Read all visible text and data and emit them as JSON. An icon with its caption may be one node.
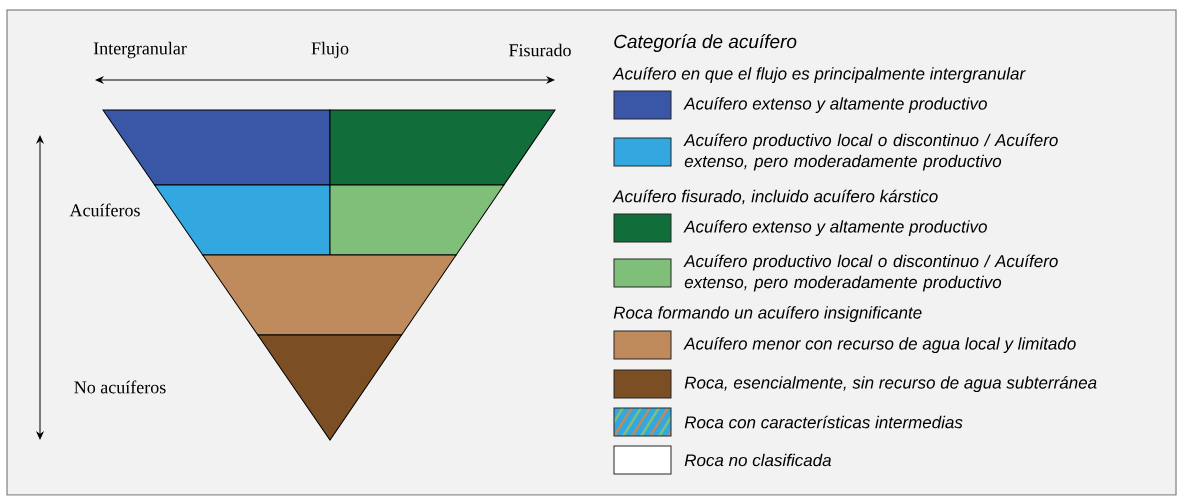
{
  "diagram": {
    "labels": [
      "Intergranular",
      "Flujo",
      "Fisurado",
      "Acuíferos",
      "No acuíferos",
      "Categoría de acuífero",
      "Acuífero en que el flujo es principalmente intergranular",
      "Acuífero fisurado, incluido acuífero kárstico",
      "Roca formando un acuífero insignificante"
    ],
    "legend": [
      {
        "text": "Acuífero extenso y altamente productivo",
        "color": "#3a57a7"
      },
      {
        "text": "Acuífero productivo local o discontinuo / Acuífero extenso, pero moderadamente productivo",
        "color": "#33a8e0"
      },
      {
        "text": "Acuífero extenso y altamente productivo",
        "color": "#116e3a"
      },
      {
        "text": "Acuífero productivo local o discontinuo / Acuífero extenso, pero moderadamente productivo",
        "color": "#7fbf7a"
      },
      {
        "text": "Acuífero menor con recurso de agua local y limitado",
        "color": "#bf8b5c"
      },
      {
        "text": "Roca, esencialmente, sin recurso de agua subterránea",
        "color": "#7c4e23"
      },
      {
        "text": "Roca con características intermedias"
      },
      {
        "text": "Roca no clasificada",
        "color": "#ffffff"
      }
    ]
  }
}
